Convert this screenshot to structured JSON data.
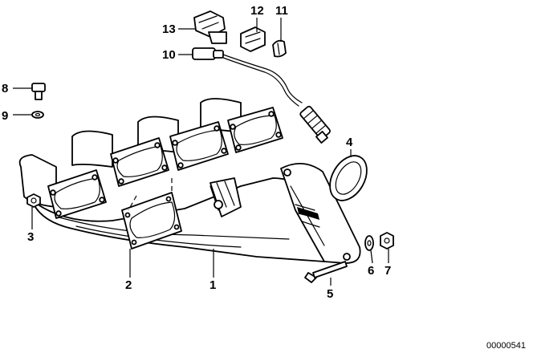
{
  "callouts": {
    "c1": "1",
    "c2": "2",
    "c3": "3",
    "c4": "4",
    "c5": "5",
    "c6": "6",
    "c7": "7",
    "c8": "8",
    "c9": "9",
    "c10": "10",
    "c11": "11",
    "c12": "12",
    "c13": "13"
  },
  "reference_number": "00000541"
}
